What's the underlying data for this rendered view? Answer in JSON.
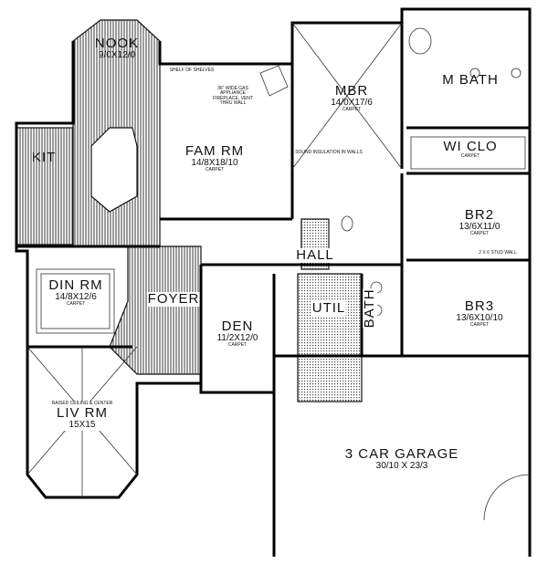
{
  "rooms": {
    "nook": {
      "name": "NOOK",
      "dim": "9/0X12/0"
    },
    "kit": {
      "name": "KIT"
    },
    "fam": {
      "name": "FAM RM",
      "dim": "14/8X18/10",
      "note": "CARPET"
    },
    "mbr": {
      "name": "MBR",
      "dim": "14/0X17/6",
      "note": "CARPET"
    },
    "mbath": {
      "name": "M BATH"
    },
    "wiclo": {
      "name": "WI CLO",
      "note": "CARPET"
    },
    "br2": {
      "name": "BR2",
      "dim": "13/6X11/0",
      "note": "CARPET"
    },
    "br3": {
      "name": "BR3",
      "dim": "13/6X10/10",
      "note": "CARPET"
    },
    "din": {
      "name": "DIN RM",
      "dim": "14/8X12/6",
      "note": "CARPET"
    },
    "foyer": {
      "name": "FOYER"
    },
    "den": {
      "name": "DEN",
      "dim": "11/2X12/0",
      "note": "CARPET"
    },
    "hall": {
      "name": "HALL"
    },
    "bath": {
      "name": "BATH"
    },
    "util": {
      "name": "UTIL"
    },
    "liv": {
      "name": "LIV RM",
      "dim": "15X15",
      "note": "RAISED CEILING & CENTER"
    },
    "garage": {
      "name": "3 CAR GARAGE",
      "dim": "30/10 X 23/3"
    }
  },
  "notes": {
    "fireplace": "36\" WIDE GAS APPLIANCE FIREPLACE, VENT THRU WALL",
    "shelf": "SHELF OF SHELVES",
    "sound": "SOUND INSULATION IN WALLS",
    "stud": "2 X 6 STUD WALL"
  }
}
